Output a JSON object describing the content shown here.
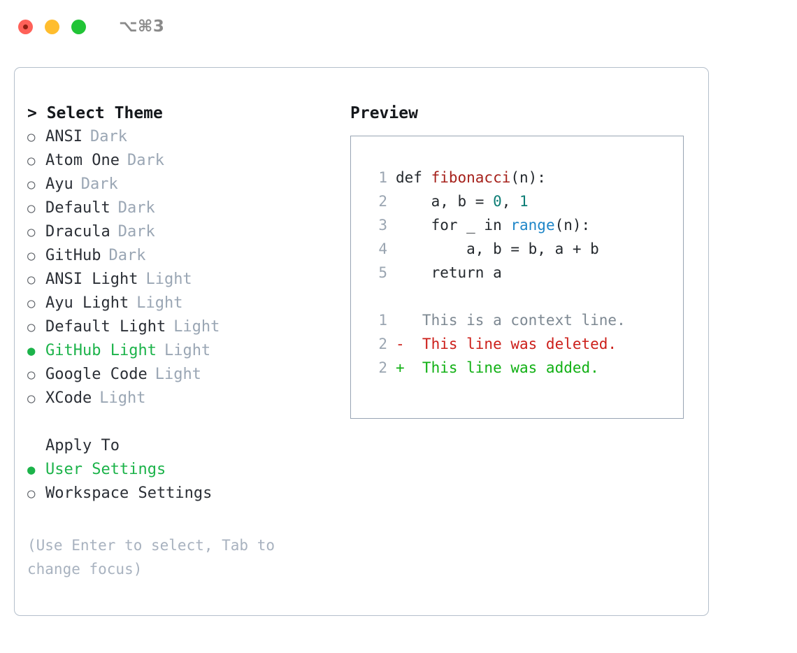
{
  "window": {
    "shortcut_hint": "⌥⌘3",
    "traffic_lights": [
      "close",
      "minimize",
      "maximize"
    ]
  },
  "theme_picker": {
    "heading": "> Select Theme",
    "options": [
      {
        "name": "ANSI",
        "variant": "Dark",
        "selected": false
      },
      {
        "name": "Atom One",
        "variant": "Dark",
        "selected": false
      },
      {
        "name": "Ayu",
        "variant": "Dark",
        "selected": false
      },
      {
        "name": "Default",
        "variant": "Dark",
        "selected": false
      },
      {
        "name": "Dracula",
        "variant": "Dark",
        "selected": false
      },
      {
        "name": "GitHub",
        "variant": "Dark",
        "selected": false
      },
      {
        "name": "ANSI Light",
        "variant": "Light",
        "selected": false
      },
      {
        "name": "Ayu Light",
        "variant": "Light",
        "selected": false
      },
      {
        "name": "Default Light",
        "variant": "Light",
        "selected": false
      },
      {
        "name": "GitHub Light",
        "variant": "Light",
        "selected": true
      },
      {
        "name": "Google Code",
        "variant": "Light",
        "selected": false
      },
      {
        "name": "XCode",
        "variant": "Light",
        "selected": false
      }
    ]
  },
  "apply_to": {
    "heading": "Apply To",
    "options": [
      {
        "name": "User Settings",
        "selected": true
      },
      {
        "name": "Workspace Settings",
        "selected": false
      }
    ]
  },
  "hint": {
    "line1": "(Use Enter to select, Tab to",
    "line2": "change focus)"
  },
  "preview": {
    "heading": "Preview",
    "code_lines": [
      {
        "no": "1",
        "segments": [
          {
            "text": "def ",
            "token": "plain"
          },
          {
            "text": "fibonacci",
            "token": "func"
          },
          {
            "text": "(n):",
            "token": "plain"
          }
        ]
      },
      {
        "no": "2",
        "segments": [
          {
            "text": "    a, b = ",
            "token": "plain"
          },
          {
            "text": "0",
            "token": "num"
          },
          {
            "text": ", ",
            "token": "plain"
          },
          {
            "text": "1",
            "token": "num"
          }
        ]
      },
      {
        "no": "3",
        "segments": [
          {
            "text": "    for _ in ",
            "token": "plain"
          },
          {
            "text": "range",
            "token": "call"
          },
          {
            "text": "(n):",
            "token": "plain"
          }
        ]
      },
      {
        "no": "4",
        "segments": [
          {
            "text": "        a, b = b, a + b",
            "token": "plain"
          }
        ]
      },
      {
        "no": "5",
        "segments": [
          {
            "text": "    return a",
            "token": "plain"
          }
        ]
      }
    ],
    "diff_lines": [
      {
        "no": "1",
        "marker": " ",
        "text": " This is a context line.",
        "kind": "context"
      },
      {
        "no": "2",
        "marker": "-",
        "text": " This line was deleted.",
        "kind": "deleted"
      },
      {
        "no": "2",
        "marker": "+",
        "text": " This line was added.",
        "kind": "added"
      }
    ]
  },
  "colors": {
    "accent_green": "#1cb34a",
    "diff_add": "#11b014",
    "diff_del": "#cc1f1a",
    "token_func": "#a6211b",
    "token_num": "#0d7d75",
    "token_call": "#1e86c8",
    "muted": "#9aa6b4",
    "border": "#b4bfcb"
  },
  "glyphs": {
    "radio_selected": "●",
    "radio_unselected": "○"
  }
}
